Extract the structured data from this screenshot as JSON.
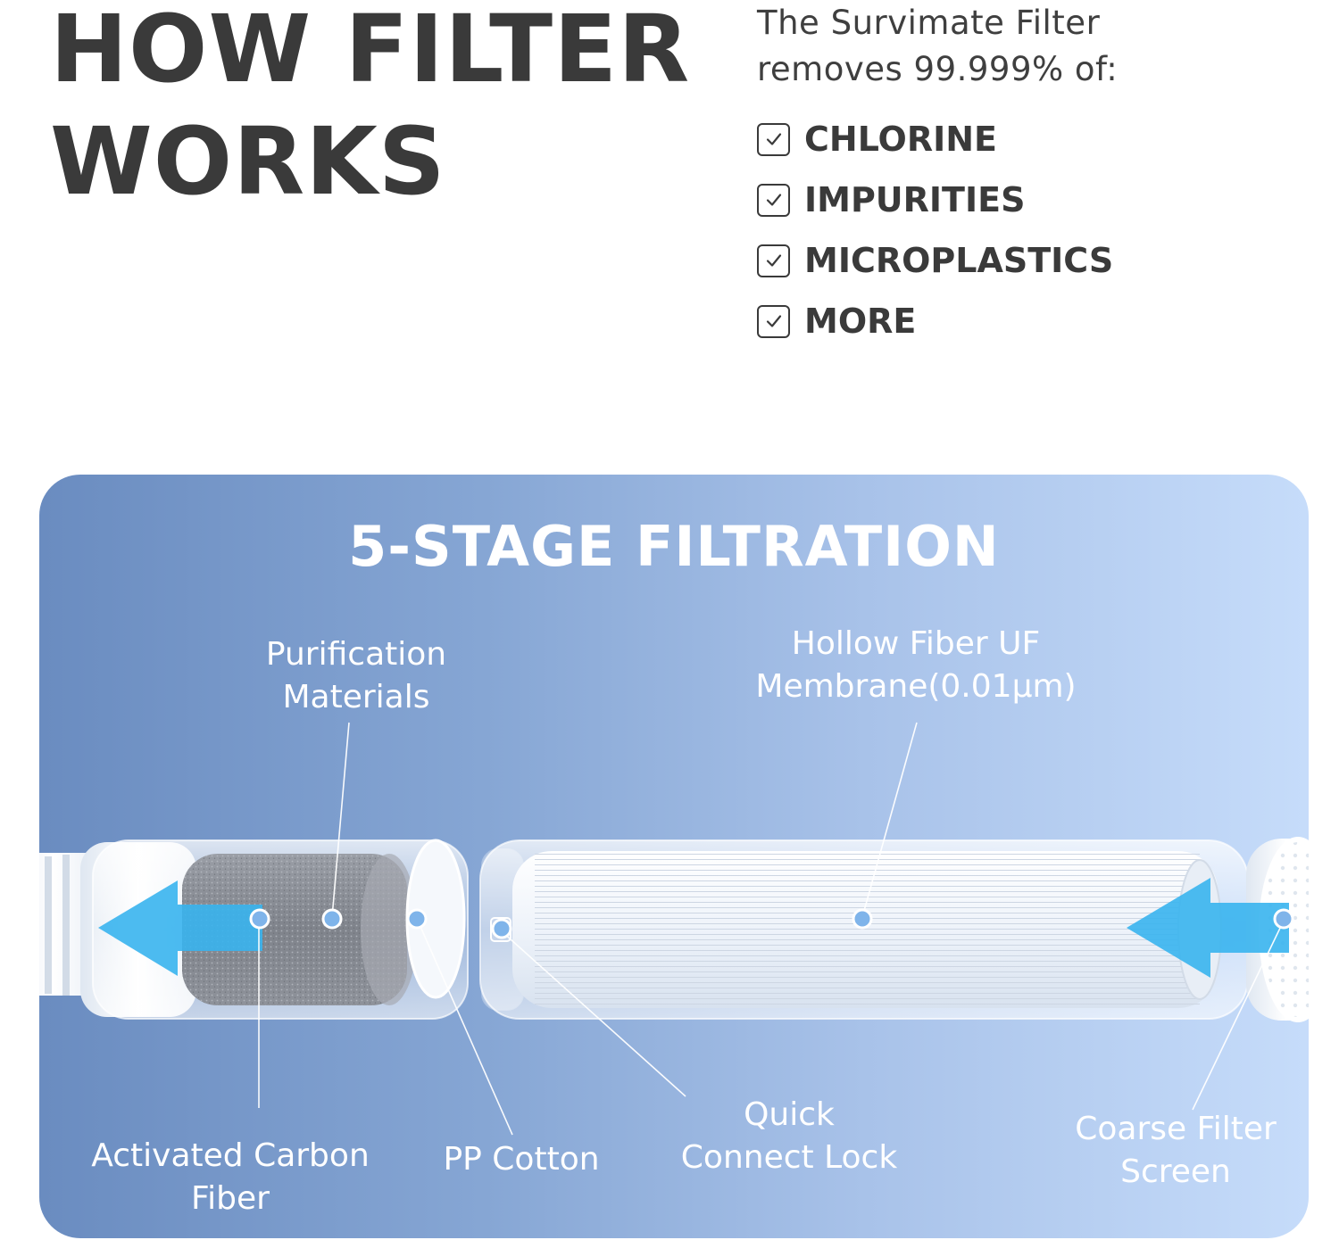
{
  "header": {
    "title_line1": "HOW FILTER",
    "title_line2": "WORKS",
    "intro_line1": "The Survimate Filter",
    "intro_line2": "removes 99.999% of:"
  },
  "checklist": [
    {
      "label": "CHLORINE",
      "icon": "checkbox-checked-icon"
    },
    {
      "label": "IMPURITIES",
      "icon": "checkbox-checked-icon"
    },
    {
      "label": "MICROPLASTICS",
      "icon": "checkbox-checked-icon"
    },
    {
      "label": "MORE",
      "icon": "checkbox-checked-icon"
    }
  ],
  "diagram": {
    "title": "5-STAGE FILTRATION",
    "callouts": {
      "purification": [
        "Purification",
        "Materials"
      ],
      "hollow_fiber": [
        "Hollow Fiber UF",
        "Membrane(0.01μm)"
      ],
      "carbon": [
        "Activated Carbon",
        "Fiber"
      ],
      "pp_cotton": [
        "PP Cotton"
      ],
      "quick_connect": [
        "Quick",
        "Connect Lock"
      ],
      "coarse": [
        "Coarse Filter",
        "Screen"
      ]
    },
    "colors": {
      "panel_start": "#6a8cc0",
      "panel_end": "#c6dcfa",
      "flow_arrow": "#38b4ee",
      "text": "#ffffff"
    }
  }
}
